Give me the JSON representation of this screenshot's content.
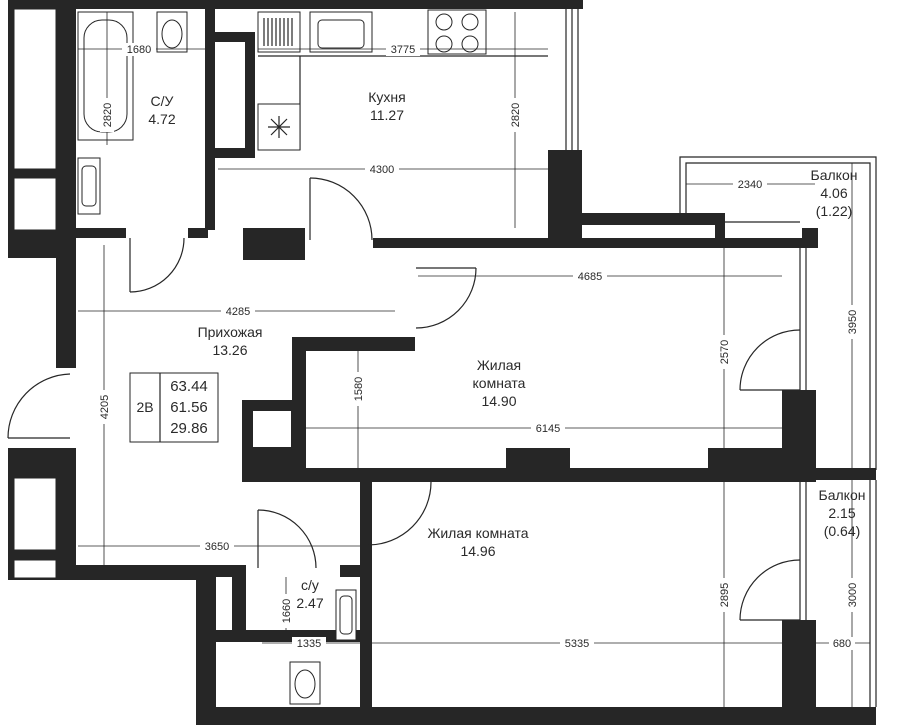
{
  "rooms": {
    "bathroom": {
      "name": "С/У",
      "area": "4.72"
    },
    "kitchen": {
      "name": "Кухня",
      "area": "11.27"
    },
    "balcony_top": {
      "name": "Балкон",
      "area": "4.06",
      "area_reduced": "(1.22)"
    },
    "hallway": {
      "name": "Прихожая",
      "area": "13.26"
    },
    "living_1": {
      "name_line1": "Жилая",
      "name_line2": "комната",
      "area": "14.90"
    },
    "living_2": {
      "name": "Жилая комната",
      "area": "14.96"
    },
    "wc": {
      "name": "с/у",
      "area": "2.47"
    },
    "balcony_bottom": {
      "name": "Балкон",
      "area": "2.15",
      "area_reduced": "(0.64)"
    }
  },
  "badge": {
    "type": "2В",
    "total_area": "63.44",
    "living_total": "61.56",
    "living_area": "29.86"
  },
  "dimensions": {
    "bath_width": "1680",
    "bath_height": "2820",
    "kitchen_width": "3775",
    "kitchen_height": "2820",
    "kitchen_full_width": "4300",
    "balcony_top_width": "2340",
    "balcony_top_height": "3950",
    "hall_width": "4285",
    "hall_height": "4205",
    "living1_width": "4685",
    "living1_height": "2570",
    "living1_niche": "1580",
    "living1_full_width": "6145",
    "hall_lower_width": "3650",
    "living2_height": "2895",
    "living2_width": "5335",
    "wc_height": "1660",
    "wc_width": "1335",
    "balcony_bottom_height": "3000",
    "balcony_bottom_width": "680"
  }
}
